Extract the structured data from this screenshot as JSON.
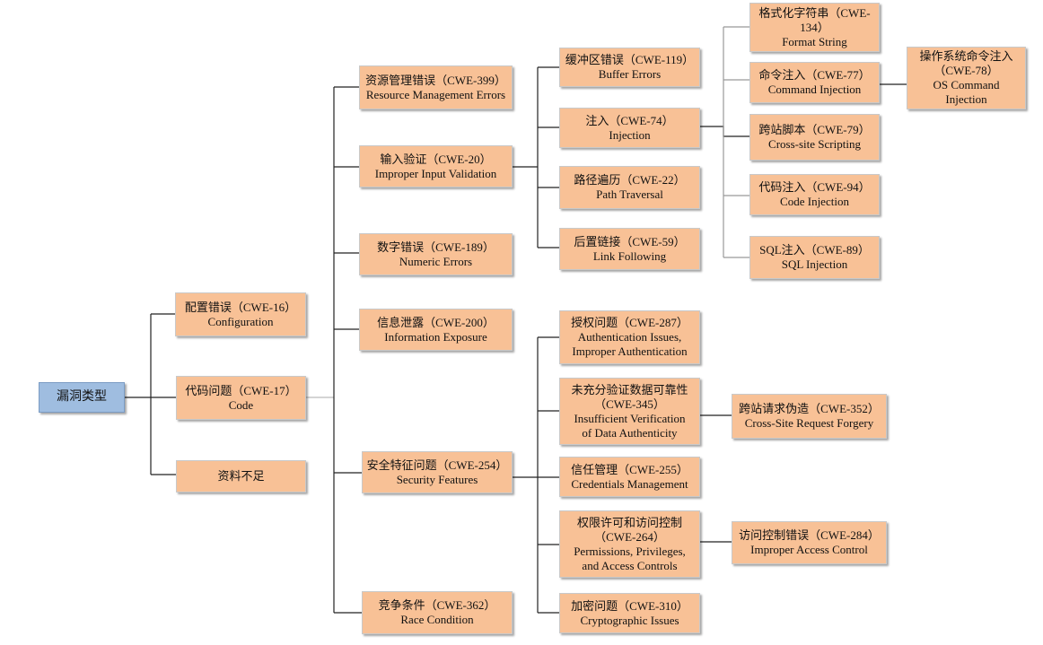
{
  "root": {
    "label": "漏洞类型"
  },
  "level1": [
    {
      "id": "configuration",
      "lines": [
        "配置错误（CWE-16）",
        "Configuration"
      ]
    },
    {
      "id": "code",
      "lines": [
        "代码问题（CWE-17）",
        "Code"
      ]
    },
    {
      "id": "insufficient-info",
      "lines": [
        "资料不足"
      ]
    }
  ],
  "level2": [
    {
      "id": "resource-management",
      "lines": [
        "资源管理错误（CWE-399）",
        "Resource Management Errors"
      ]
    },
    {
      "id": "input-validation",
      "lines": [
        "输入验证（CWE-20）",
        "Improper Input Validation"
      ]
    },
    {
      "id": "numeric-errors",
      "lines": [
        "数字错误（CWE-189）",
        "Numeric Errors"
      ]
    },
    {
      "id": "information-exposure",
      "lines": [
        "信息泄露（CWE-200）",
        "Information Exposure"
      ]
    },
    {
      "id": "security-features",
      "lines": [
        "安全特征问题（CWE-254）",
        "Security Features"
      ]
    },
    {
      "id": "race-condition",
      "lines": [
        "竞争条件（CWE-362）",
        "Race Condition"
      ]
    }
  ],
  "level3_input": [
    {
      "id": "buffer-errors",
      "lines": [
        "缓冲区错误（CWE-119）",
        "Buffer Errors"
      ]
    },
    {
      "id": "injection",
      "lines": [
        "注入（CWE-74）",
        "Injection"
      ]
    },
    {
      "id": "path-traversal",
      "lines": [
        "路径遍历（CWE-22）",
        "Path Traversal"
      ]
    },
    {
      "id": "link-following",
      "lines": [
        "后置链接（CWE-59）",
        "Link Following"
      ]
    }
  ],
  "level3_security": [
    {
      "id": "authentication-issues",
      "lines": [
        "授权问题（CWE-287）",
        "Authentication Issues,",
        "Improper Authentication"
      ]
    },
    {
      "id": "data-authenticity",
      "lines": [
        "未充分验证数据可靠性",
        "（CWE-345）",
        "Insufficient Verification",
        "of Data Authenticity"
      ]
    },
    {
      "id": "credentials-management",
      "lines": [
        "信任管理（CWE-255）",
        "Credentials Management"
      ]
    },
    {
      "id": "permissions",
      "lines": [
        "权限许可和访问控制",
        "（CWE-264）",
        "Permissions, Privileges,",
        "and Access Controls"
      ]
    },
    {
      "id": "cryptographic-issues",
      "lines": [
        "加密问题（CWE-310）",
        "Cryptographic Issues"
      ]
    }
  ],
  "level4_injection": [
    {
      "id": "format-string",
      "lines": [
        "格式化字符串（CWE-",
        "134）",
        "Format String"
      ]
    },
    {
      "id": "command-injection",
      "lines": [
        "命令注入（CWE-77）",
        "Command Injection"
      ]
    },
    {
      "id": "xss",
      "lines": [
        "跨站脚本（CWE-79）",
        "Cross-site Scripting"
      ]
    },
    {
      "id": "code-injection",
      "lines": [
        "代码注入（CWE-94）",
        "Code Injection"
      ]
    },
    {
      "id": "sql-injection",
      "lines": [
        "SQL注入（CWE-89）",
        "SQL Injection"
      ]
    }
  ],
  "level4_other": [
    {
      "id": "os-command-injection",
      "lines": [
        "操作系统命令注入",
        "（CWE-78）",
        "OS Command",
        "Injection"
      ]
    },
    {
      "id": "csrf",
      "lines": [
        "跨站请求伪造（CWE-352）",
        "Cross-Site Request Forgery"
      ]
    },
    {
      "id": "improper-access-control",
      "lines": [
        "访问控制错误（CWE-284）",
        "Improper Access Control"
      ]
    }
  ]
}
